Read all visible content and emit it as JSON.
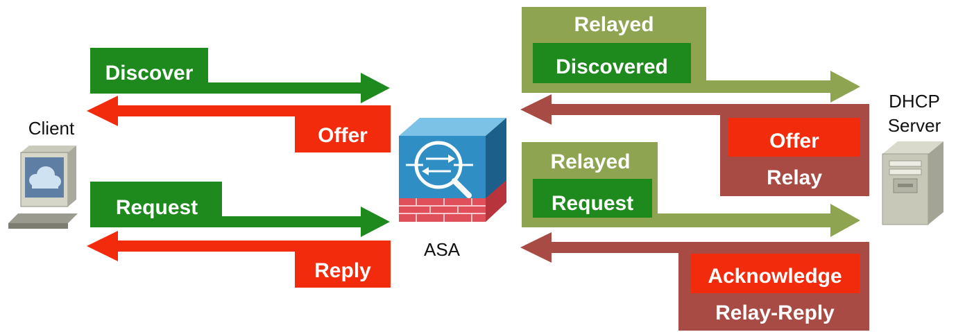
{
  "nodes": {
    "client": "Client",
    "asa": "ASA",
    "server_line1": "DHCP",
    "server_line2": "Server"
  },
  "client_side": {
    "discover": "Discover",
    "offer": "Offer",
    "request": "Request",
    "reply": "Reply"
  },
  "server_side": {
    "relayed_discover_outer": "Relayed",
    "relayed_discover_inner": "Discovered",
    "offer_relay_inner": "Offer",
    "offer_relay_outer": "Relay",
    "relayed_request_outer": "Relayed",
    "relayed_request_inner": "Request",
    "relay_reply_inner": "Acknowledge",
    "relay_reply_outer": "Relay-Reply"
  },
  "colors": {
    "green": "#1e8a1e",
    "red": "#f22b0c",
    "olive": "#8fa451",
    "maroon": "#a84b44",
    "asa_blue": "#2f8fc4"
  },
  "icons": {
    "client": "desktop-computer-icon",
    "asa": "firewall-asa-icon",
    "server": "server-tower-icon"
  }
}
